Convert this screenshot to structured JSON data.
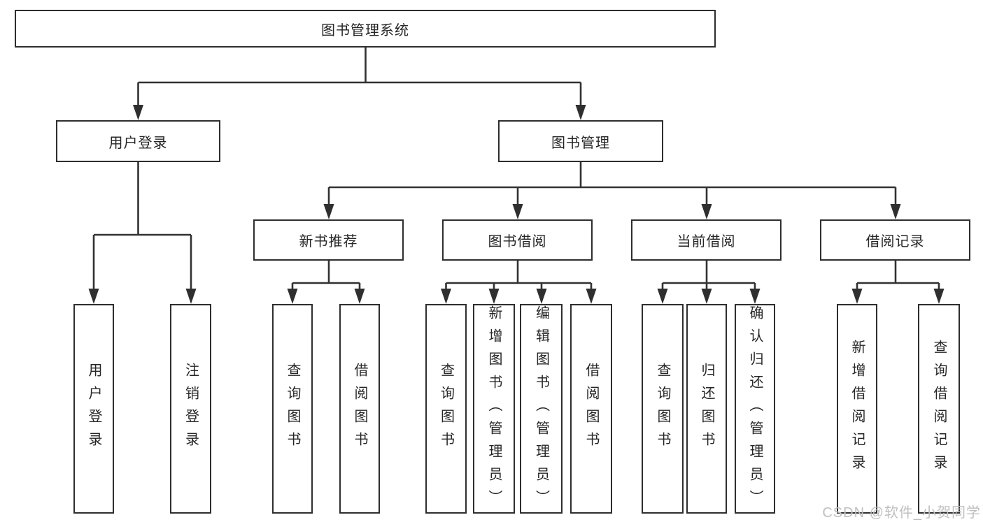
{
  "diagram": {
    "type": "hierarchy-tree",
    "tree": {
      "label": "图书管理系统",
      "children": [
        {
          "label": "用户登录",
          "children": [
            {
              "label": "用户登录"
            },
            {
              "label": "注销登录"
            }
          ]
        },
        {
          "label": "图书管理",
          "children": [
            {
              "label": "新书推荐",
              "children": [
                {
                  "label": "查询图书"
                },
                {
                  "label": "借阅图书"
                }
              ]
            },
            {
              "label": "图书借阅",
              "children": [
                {
                  "label": "查询图书"
                },
                {
                  "label": "新增图书（管理员）"
                },
                {
                  "label": "编辑图书（管理员）"
                },
                {
                  "label": "借阅图书"
                }
              ]
            },
            {
              "label": "当前借阅",
              "children": [
                {
                  "label": "查询图书"
                },
                {
                  "label": "归还图书"
                },
                {
                  "label": "确认归还（管理员）"
                }
              ]
            },
            {
              "label": "借阅记录",
              "children": [
                {
                  "label": "新增借阅记录"
                },
                {
                  "label": "查询借阅记录"
                }
              ]
            }
          ]
        }
      ]
    }
  },
  "watermark": {
    "text": "CSDN @软件_小贺同学"
  },
  "colors": {
    "line": "#323232",
    "box_border": "#2e2e2e",
    "text": "#262626",
    "watermark": "#c0bfbf",
    "background": "#ffffff"
  }
}
